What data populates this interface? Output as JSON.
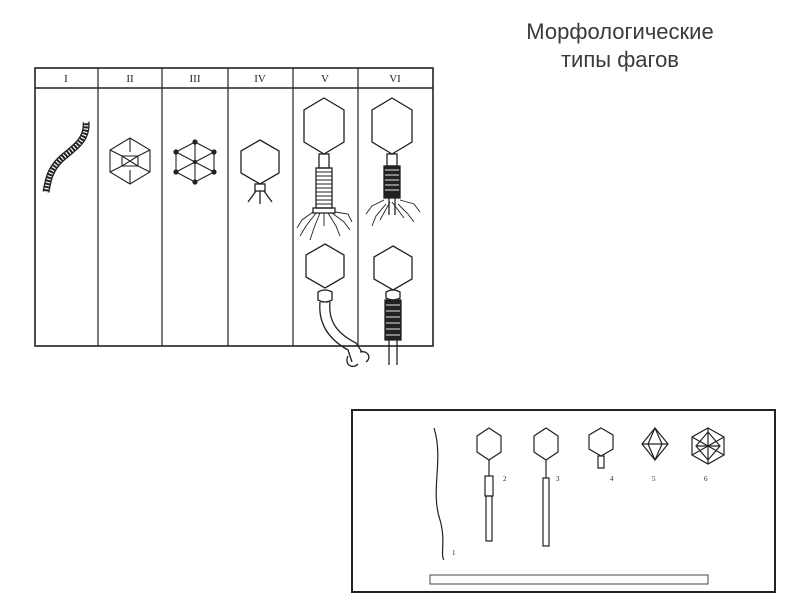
{
  "slide": {
    "title_line1": "Морфологические",
    "title_line2": "типы фагов"
  },
  "table_figure": {
    "columns": [
      "I",
      "II",
      "III",
      "IV",
      "V",
      "VI"
    ]
  },
  "lower_figure": {
    "labels": [
      "1",
      "2",
      "3",
      "4",
      "5",
      "6"
    ]
  }
}
